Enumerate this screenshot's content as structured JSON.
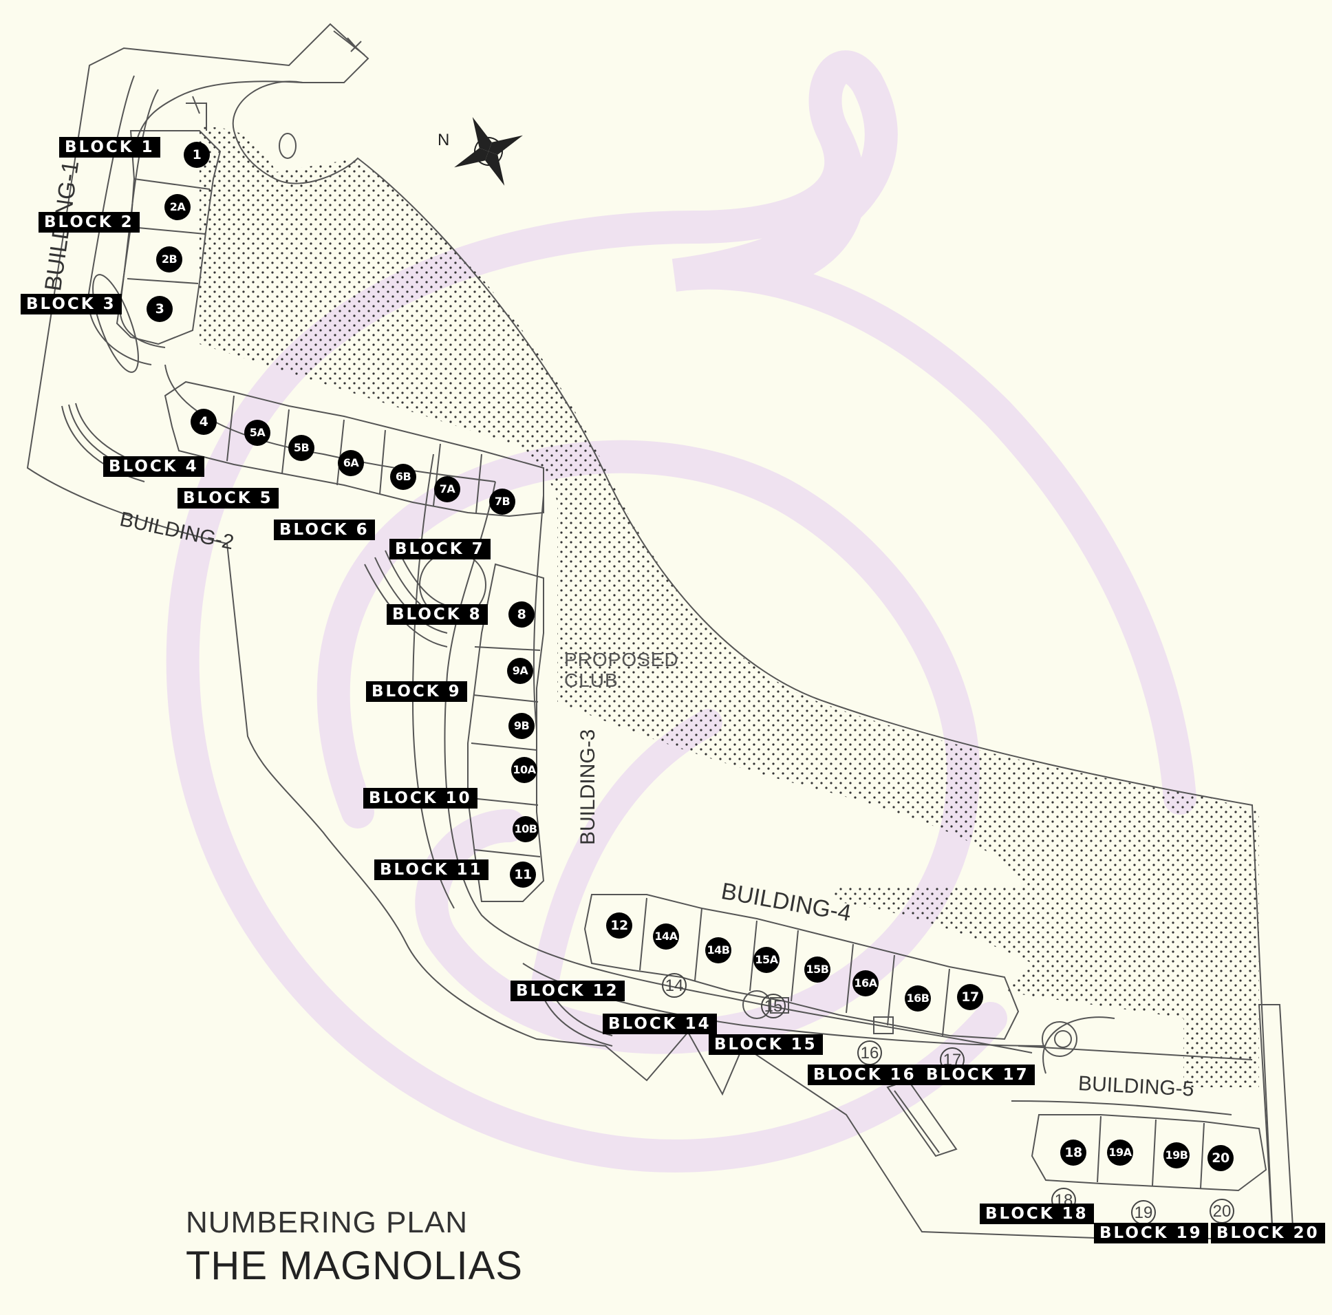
{
  "title": {
    "line1": "NUMBERING PLAN",
    "line2": "THE MAGNOLIAS"
  },
  "compass": {
    "label": "N"
  },
  "club_label": {
    "line1": "PROPOSED",
    "line2": "CLUB"
  },
  "colors": {
    "background": "#fcfcee",
    "swirl": "#efe2f0",
    "label_bg": "#000000",
    "label_text": "#ffffff",
    "line": "#555555"
  },
  "buildings": [
    "BUILDING-1",
    "BUILDING-2",
    "BUILDING-3",
    "BUILDING-4",
    "BUILDING-5"
  ],
  "block_labels": [
    "BLOCK 1",
    "BLOCK 2",
    "BLOCK 3",
    "BLOCK 4",
    "BLOCK 5",
    "BLOCK 6",
    "BLOCK 7",
    "BLOCK 8",
    "BLOCK 9",
    "BLOCK 10",
    "BLOCK 11",
    "BLOCK 12",
    "BLOCK 14",
    "BLOCK 15",
    "BLOCK 16",
    "BLOCK 17",
    "BLOCK 18",
    "BLOCK 19",
    "BLOCK 20"
  ],
  "markers": [
    "1",
    "2A",
    "2B",
    "3",
    "4",
    "5A",
    "5B",
    "6A",
    "6B",
    "7A",
    "7B",
    "8",
    "9A",
    "9B",
    "10A",
    "10B",
    "11",
    "12",
    "14A",
    "14B",
    "15A",
    "15B",
    "16A",
    "16B",
    "17",
    "18",
    "19A",
    "19B",
    "20"
  ],
  "road_numbers": [
    "14",
    "15",
    "16",
    "17",
    "18",
    "19",
    "20"
  ]
}
